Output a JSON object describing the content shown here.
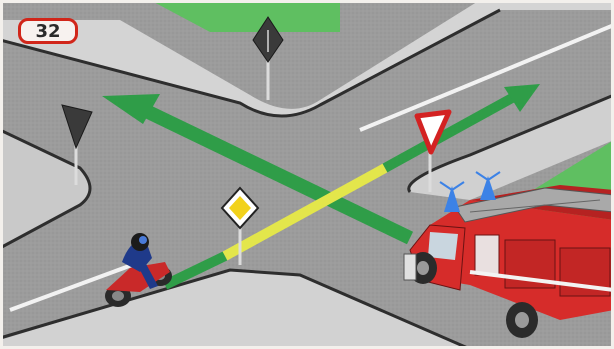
{
  "question": {
    "number": "32"
  },
  "scene": {
    "colors": {
      "road": "#9c9c9c",
      "grass": "#5fbf61",
      "green_arrow": "#2f9d48",
      "yellow_arrow": "#e3e64b",
      "truck_red": "#d62c2a",
      "beacon_blue": "#3c82e6",
      "badge_border": "#d1261a"
    },
    "signs": [
      {
        "name": "give-way-sign",
        "icon": "give-way-triangle"
      },
      {
        "name": "priority-road-sign",
        "icon": "priority-diamond"
      },
      {
        "name": "sign-back-1",
        "icon": "sign-back"
      },
      {
        "name": "sign-back-2",
        "icon": "sign-back"
      }
    ],
    "vehicles": [
      {
        "name": "fire-truck",
        "icon": "fire-truck",
        "beacons": "on"
      },
      {
        "name": "motorcycle",
        "icon": "motorcycle"
      }
    ]
  }
}
